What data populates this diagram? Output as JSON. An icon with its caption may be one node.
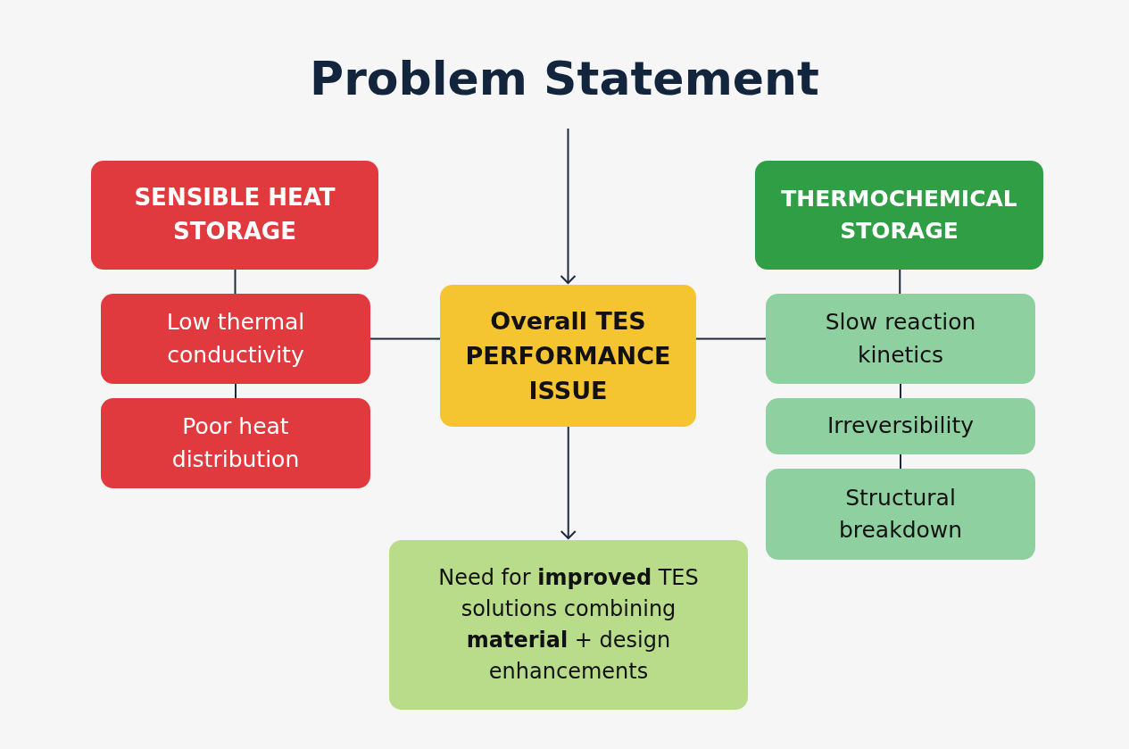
{
  "diagram": {
    "title": "Problem Statement",
    "nodes": [
      {
        "text": [
          "SENSIBLE HEAT STORAGE"
        ]
      },
      {
        "text": [
          "Low thermal conductivity"
        ]
      },
      {
        "text": [
          "Poor heat distribution"
        ]
      },
      {
        "text": [
          "Overall TES PERFORMANCE ISSUE"
        ]
      },
      {
        "text": [
          "THERMOCHEMICAL STORAGE"
        ]
      },
      {
        "text": [
          "Slow reaction kinetics"
        ]
      },
      {
        "text": [
          "Irreversibility"
        ]
      },
      {
        "text": [
          "Structural breakdown"
        ]
      },
      {
        "text": [
          "Need for **improved** TES solutions combining **material** + design enhancements"
        ]
      }
    ],
    "edges": [
      {
        "from": null,
        "to": 3,
        "arrow": "to"
      },
      {
        "from": 0,
        "to": 1,
        "arrow": "none"
      },
      {
        "from": 1,
        "to": 2,
        "arrow": "none"
      },
      {
        "from": 1,
        "to": 3,
        "arrow": "none"
      },
      {
        "from": 3,
        "to": 5,
        "arrow": "none"
      },
      {
        "from": 4,
        "to": 5,
        "arrow": "none"
      },
      {
        "from": 5,
        "to": 6,
        "arrow": "none"
      },
      {
        "from": 6,
        "to": 7,
        "arrow": "none"
      },
      {
        "from": 3,
        "to": 8,
        "arrow": "to"
      }
    ]
  }
}
